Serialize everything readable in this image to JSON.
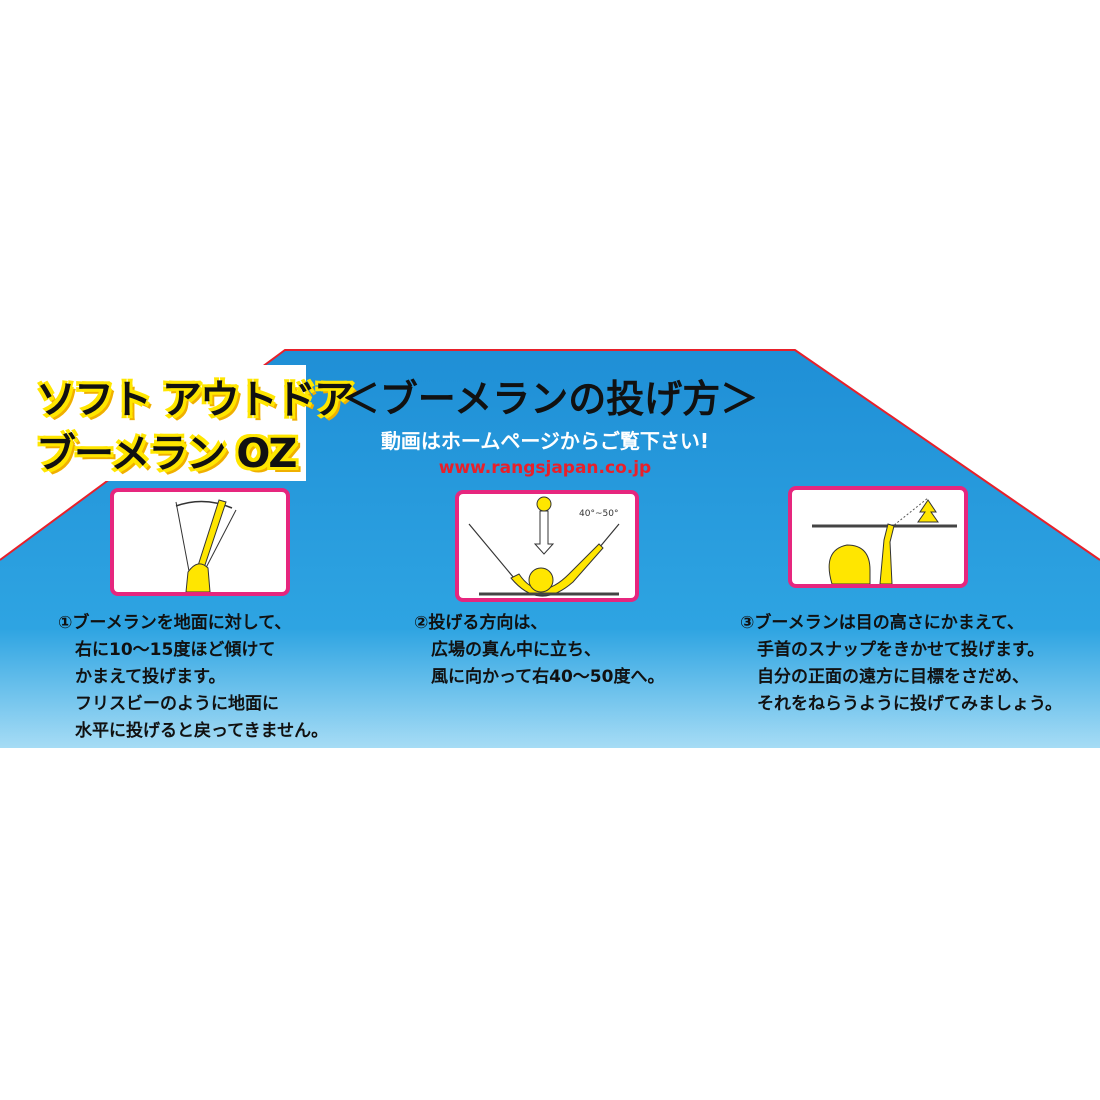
{
  "product_title": {
    "line1": "ソフト アウトドア",
    "line2": "ブーメラン OZ"
  },
  "heading": "＜ブーメランの投げ方＞",
  "subheading": "動画はホームページからご覧下さい!",
  "website": "www.rangsjapan.co.jp",
  "colors": {
    "background_blue": "#2a9ee0",
    "panel_border": "#e6267e",
    "url_red": "#e8202a",
    "title_yellow": "#ffe600",
    "figure_yellow": "#ffe600"
  },
  "steps": [
    {
      "illustration": "hand-holding-boomerang-tilted",
      "text": "①ブーメランを地面に対して、\n　右に10～15度ほど傾けて\n　かまえて投げます。\n　フリスビーのように地面に\n　水平に投げると戻ってきません。"
    },
    {
      "illustration": "wind-direction-diagram",
      "angle_label": "40°~50°",
      "text": "②投げる方向は、\n　広場の真ん中に立ち、\n　風に向かって右40～50度へ。"
    },
    {
      "illustration": "aiming-at-tree",
      "text": "③ブーメランは目の高さにかまえて、\n　手首のスナップをきかせて投げます。\n　自分の正面の遠方に目標をさだめ、\n　それをねらうように投げてみましょう。"
    }
  ]
}
